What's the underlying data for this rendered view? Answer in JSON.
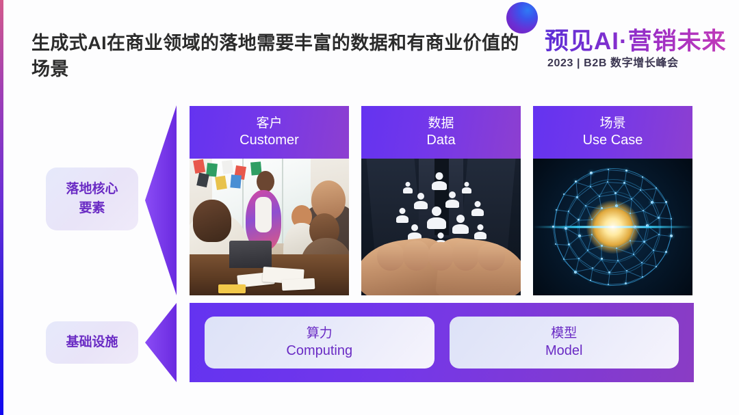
{
  "slide": {
    "title": "生成式AI在商业领域的落地需要丰富的数据和有商业价值的场景"
  },
  "logo": {
    "sphere_icon": "gradient-sphere-icon",
    "main_text": "预见AI·营销未来",
    "sub_text": "2023 | B2B 数字增长峰会",
    "gradient_start": "#5b2fd6",
    "gradient_end": "#c23bb8"
  },
  "categories": [
    {
      "label": "落地核心\n要素",
      "line1": "落地核心",
      "line2": "要素"
    },
    {
      "label": "基础设施",
      "line1": "基础设施",
      "line2": ""
    }
  ],
  "arrows": [
    {
      "name": "arrow-core",
      "direction": "left",
      "color": "#7433ea"
    },
    {
      "name": "arrow-infra",
      "direction": "left",
      "color": "#7433ea"
    }
  ],
  "core_cards": [
    {
      "zh": "客户",
      "en": "Customer",
      "image": "business-meeting-photo"
    },
    {
      "zh": "数据",
      "en": "Data",
      "image": "hands-holding-user-icons-photo"
    },
    {
      "zh": "场景",
      "en": "Use Case",
      "image": "neural-network-sphere-photo"
    }
  ],
  "infrastructure": {
    "bar_gradient_start": "#6433f0",
    "bar_gradient_end": "#8a3cc4",
    "items": [
      {
        "zh": "算力",
        "en": "Computing"
      },
      {
        "zh": "模型",
        "en": "Model"
      }
    ]
  },
  "colors": {
    "accent_purple": "#6433f0",
    "accent_magenta": "#8a3cc4",
    "pill_text": "#6a2bc4",
    "title_text": "#2b2b2b",
    "background": "#fdfdfe"
  }
}
